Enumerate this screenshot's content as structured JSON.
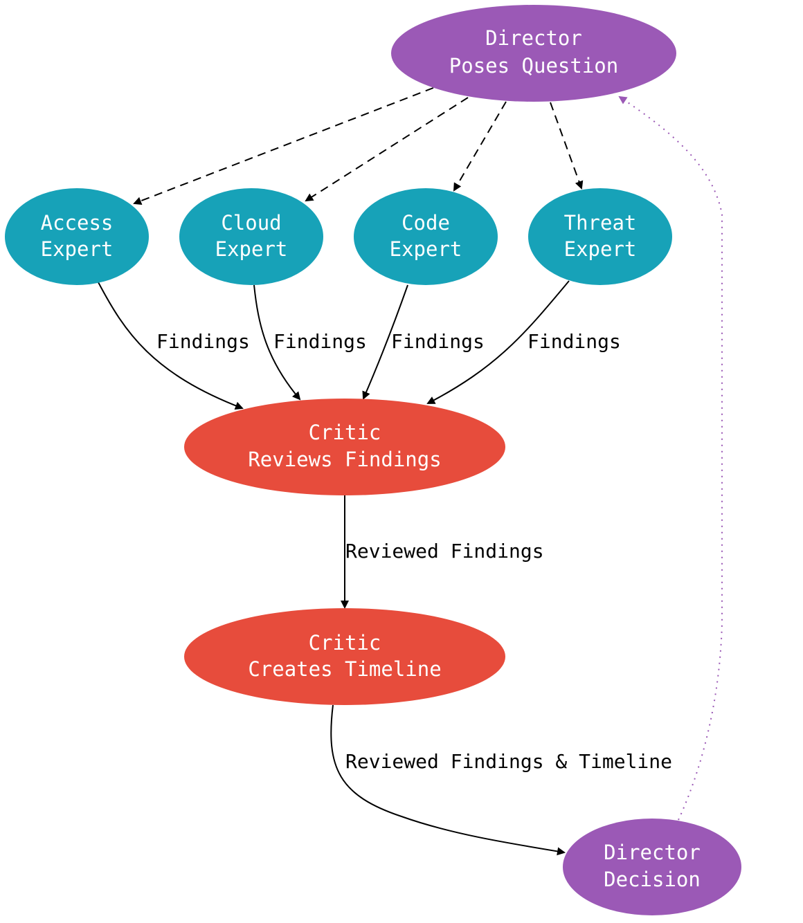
{
  "colors": {
    "director": "#9b59b6",
    "expert": "#17a2b8",
    "critic": "#e74c3c",
    "edge": "#000000",
    "feedback_edge": "#9b59b6"
  },
  "nodes": {
    "director_question": {
      "line1": "Director",
      "line2": "Poses Question"
    },
    "access_expert": {
      "line1": "Access",
      "line2": "Expert"
    },
    "cloud_expert": {
      "line1": "Cloud",
      "line2": "Expert"
    },
    "code_expert": {
      "line1": "Code",
      "line2": "Expert"
    },
    "threat_expert": {
      "line1": "Threat",
      "line2": "Expert"
    },
    "critic_review": {
      "line1": "Critic",
      "line2": "Reviews Findings"
    },
    "critic_timeline": {
      "line1": "Critic",
      "line2": "Creates Timeline"
    },
    "director_decision": {
      "line1": "Director",
      "line2": "Decision"
    }
  },
  "edges": {
    "access_findings": "Findings",
    "cloud_findings": "Findings",
    "code_findings": "Findings",
    "threat_findings": "Findings",
    "reviewed_findings": "Reviewed Findings",
    "reviewed_findings_timeline": "Reviewed Findings & Timeline"
  }
}
